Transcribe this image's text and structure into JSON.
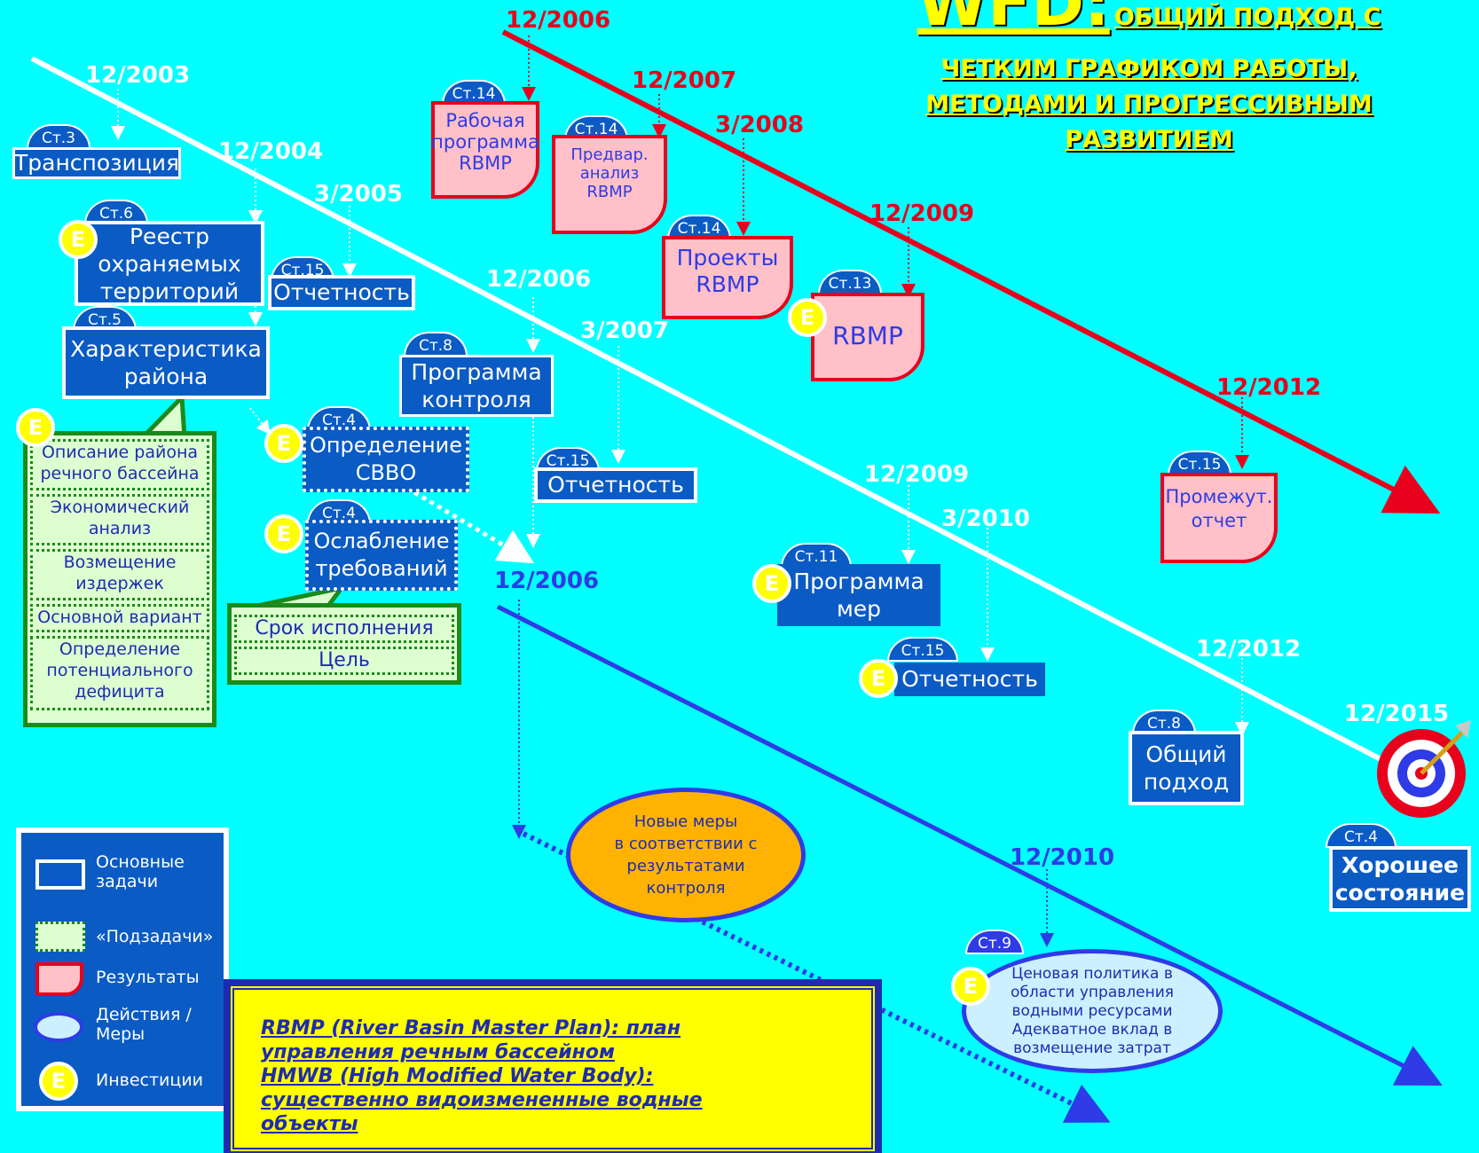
{
  "title": {
    "big": "WFD:",
    "line1": "ОБЩИЙ ПОДХОД С",
    "line2": "ЧЕТКИМ ГРАФИКОМ РАБОТЫ,",
    "line3": "МЕТОДАМИ И ПРОГРЕССИВНЫМ",
    "line4": "РАЗВИТИЕМ"
  },
  "dates": {
    "w_2003": "12/2003",
    "w_2004": "12/2004",
    "w_2005": "3/2005",
    "w_2006": "12/2006",
    "w_2007": "3/2007",
    "w_2009": "12/2009",
    "w_2010": "3/2010",
    "w_2012": "12/2012",
    "w_2015": "12/2015",
    "r_2006": "12/2006",
    "r_2007": "12/2007",
    "r_2008": "3/2008",
    "r_2009": "12/2009",
    "r_2012": "12/2012",
    "b_2006": "12/2006",
    "b_2010": "12/2010"
  },
  "tags": {
    "st3": "Ст.3",
    "st6": "Ст.6",
    "st15a": "Ст.15",
    "st5": "Ст.5",
    "st8a": "Ст.8",
    "st4a": "Ст.4",
    "st4b": "Ст.4",
    "st15b": "Ст.15",
    "st11": "Ст.11",
    "st15c": "Ст.15",
    "st8b": "Ст.8",
    "st4c": "Ст.4",
    "st14a": "Ст.14",
    "st14b": "Ст.14",
    "st14c": "Ст.14",
    "st13": "Ст.13",
    "st15d": "Ст.15",
    "st9": "Ст.9"
  },
  "tasks": {
    "transposition": "Транспозиция",
    "registry_l1": "Реестр",
    "registry_l2": "охраняемых",
    "registry_l3": "территорий",
    "reporting1": "Отчетность",
    "character_l1": "Характеристика",
    "character_l2": "района",
    "monitoring_l1": "Программа",
    "monitoring_l2": "контроля",
    "reporting2": "Отчетность",
    "measures_l1": "Программа",
    "measures_l2": "мер",
    "reporting3": "Отчетность",
    "approach_l1": "Общий",
    "approach_l2": "подход",
    "good_l1": "Хорошее",
    "good_l2": "состояние",
    "hmwb_l1": "Определение",
    "hmwb_l2": "СВВО",
    "derog_l1": "Ослабление",
    "derog_l2": "требований"
  },
  "results": {
    "workprog_l1": "Рабочая",
    "workprog_l2": "программа",
    "workprog_l3": "RBMP",
    "prelim_l1": "Предвар.",
    "prelim_l2": "анализ",
    "prelim_l3": "RBMP",
    "drafts_l1": "Проекты",
    "drafts_l2": "RBMP",
    "rbmp": "RBMP",
    "interim_l1": "Промежут.",
    "interim_l2": "отчет"
  },
  "subtasks_left": [
    "Описание района речного бассейна",
    "Экономический анализ",
    "Возмещение издержек",
    "Основной вариант",
    "Определение потенциального дефицита"
  ],
  "subtasks_mid": [
    "Срок исполнения",
    "Цель"
  ],
  "actions": {
    "new_measures": [
      "Новые меры",
      "в соответствии с",
      "результатами",
      "контроля"
    ],
    "pricing": [
      "Ценовая политика в",
      "области управления",
      "водными ресурсами",
      "Адекватное вклад в",
      "возмещение затрат"
    ]
  },
  "investment_letter": "E",
  "legend": {
    "main": [
      "Основные",
      "задачи"
    ],
    "sub": "«Подзадачи»",
    "results": "Результаты",
    "actions": [
      "Действия /",
      "Меры"
    ],
    "invest": "Инвестиции"
  },
  "notes": [
    "RBMP (River Basin Master Plan): план",
    "управления речным бассейном",
    "HMWB (High Modified Water Body):",
    "существенно видоизмененные водные",
    "объекты"
  ],
  "colors": {
    "bg": "#00FFFF",
    "task": "#0A5BC4",
    "red": "#E8001C",
    "blue": "#2E3BE6",
    "result": "#FFC0C8",
    "sub": "#DDFFD0",
    "invest": "#FFFF00"
  }
}
